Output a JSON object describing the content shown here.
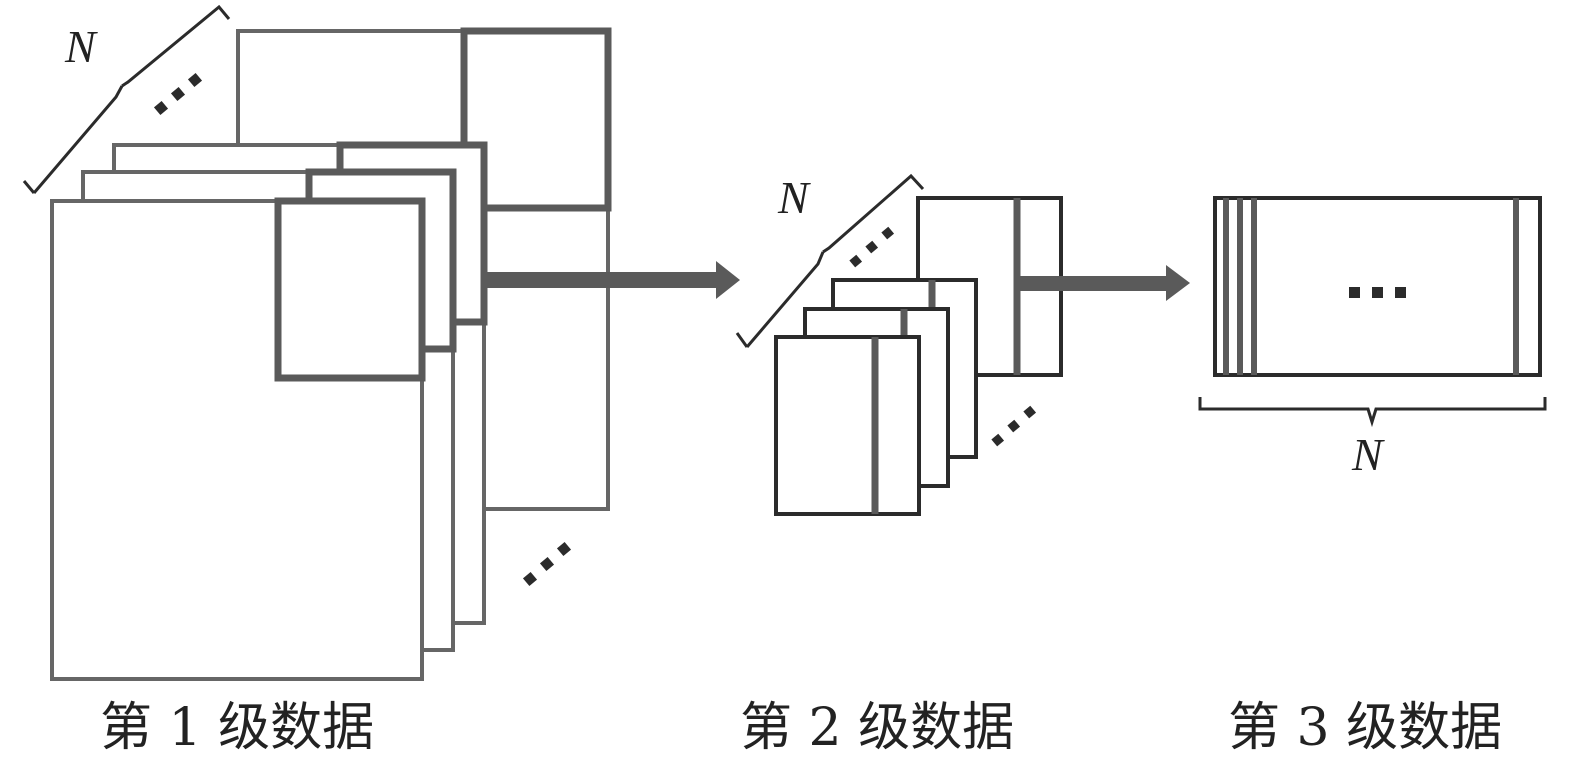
{
  "diagram": {
    "captions": {
      "level1": "第 1 级数据",
      "level2": "第 2 级数据",
      "level3": "第 3 级数据"
    },
    "labels": {
      "n1": "N",
      "n2": "N",
      "n3": "N",
      "dots3": "···"
    },
    "colors": {
      "gray_stroke": "#5f5f5f",
      "dark_stroke": "#2b2b2b",
      "arrow": "#5a5a5a"
    }
  }
}
